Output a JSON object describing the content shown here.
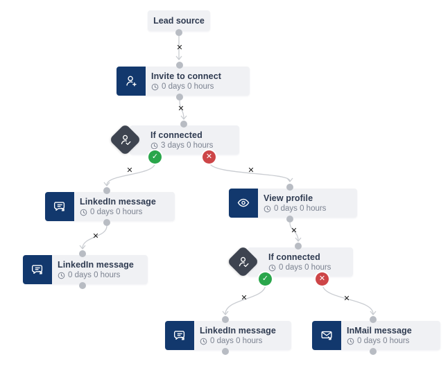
{
  "flow": {
    "nodes": [
      {
        "id": "lead-source",
        "title": "Lead source"
      },
      {
        "id": "invite-to-connect",
        "title": "Invite to connect",
        "delay": "0 days 0 hours",
        "icon": "user-plus-icon"
      },
      {
        "id": "if-connected-1",
        "title": "If connected",
        "delay": "3 days 0 hours",
        "icon": "user-check-icon",
        "kind": "condition"
      },
      {
        "id": "linkedin-message-1",
        "title": "LinkedIn message",
        "delay": "0 days 0 hours",
        "icon": "chat-arrow-icon"
      },
      {
        "id": "linkedin-message-2",
        "title": "LinkedIn message",
        "delay": "0 days 0 hours",
        "icon": "chat-arrow-icon"
      },
      {
        "id": "view-profile",
        "title": "View profile",
        "delay": "0 days 0 hours",
        "icon": "eye-icon"
      },
      {
        "id": "if-connected-2",
        "title": "If connected",
        "delay": "0 days 0 hours",
        "icon": "user-check-icon",
        "kind": "condition"
      },
      {
        "id": "linkedin-message-3",
        "title": "LinkedIn message",
        "delay": "0 days 0 hours",
        "icon": "chat-arrow-icon"
      },
      {
        "id": "inmail-message",
        "title": "InMail message",
        "delay": "0 days 0 hours",
        "icon": "mail-arrow-icon"
      }
    ],
    "edges": [
      {
        "from": "lead-source",
        "to": "invite-to-connect"
      },
      {
        "from": "invite-to-connect",
        "to": "if-connected-1"
      },
      {
        "from": "if-connected-1",
        "to": "linkedin-message-1",
        "branch": "yes"
      },
      {
        "from": "if-connected-1",
        "to": "view-profile",
        "branch": "no"
      },
      {
        "from": "linkedin-message-1",
        "to": "linkedin-message-2"
      },
      {
        "from": "view-profile",
        "to": "if-connected-2"
      },
      {
        "from": "if-connected-2",
        "to": "linkedin-message-3",
        "branch": "yes"
      },
      {
        "from": "if-connected-2",
        "to": "inmail-message",
        "branch": "no"
      }
    ],
    "markers": {
      "delete_edge": "✕",
      "yes": "✓",
      "no": "✕"
    },
    "colors": {
      "canvas": "#ffffff",
      "node_body": "#f0f1f4",
      "icon_navy": "#12386d",
      "condition_diamond": "#3e4450",
      "title_text": "#2e3a50",
      "delay_text": "#7b8290",
      "edge_line": "#c9ccd1",
      "connector_dot": "#b8bcc3",
      "yes_green": "#2aa64b",
      "no_red": "#cd4547",
      "delete_x": "#1a1a1a"
    }
  }
}
